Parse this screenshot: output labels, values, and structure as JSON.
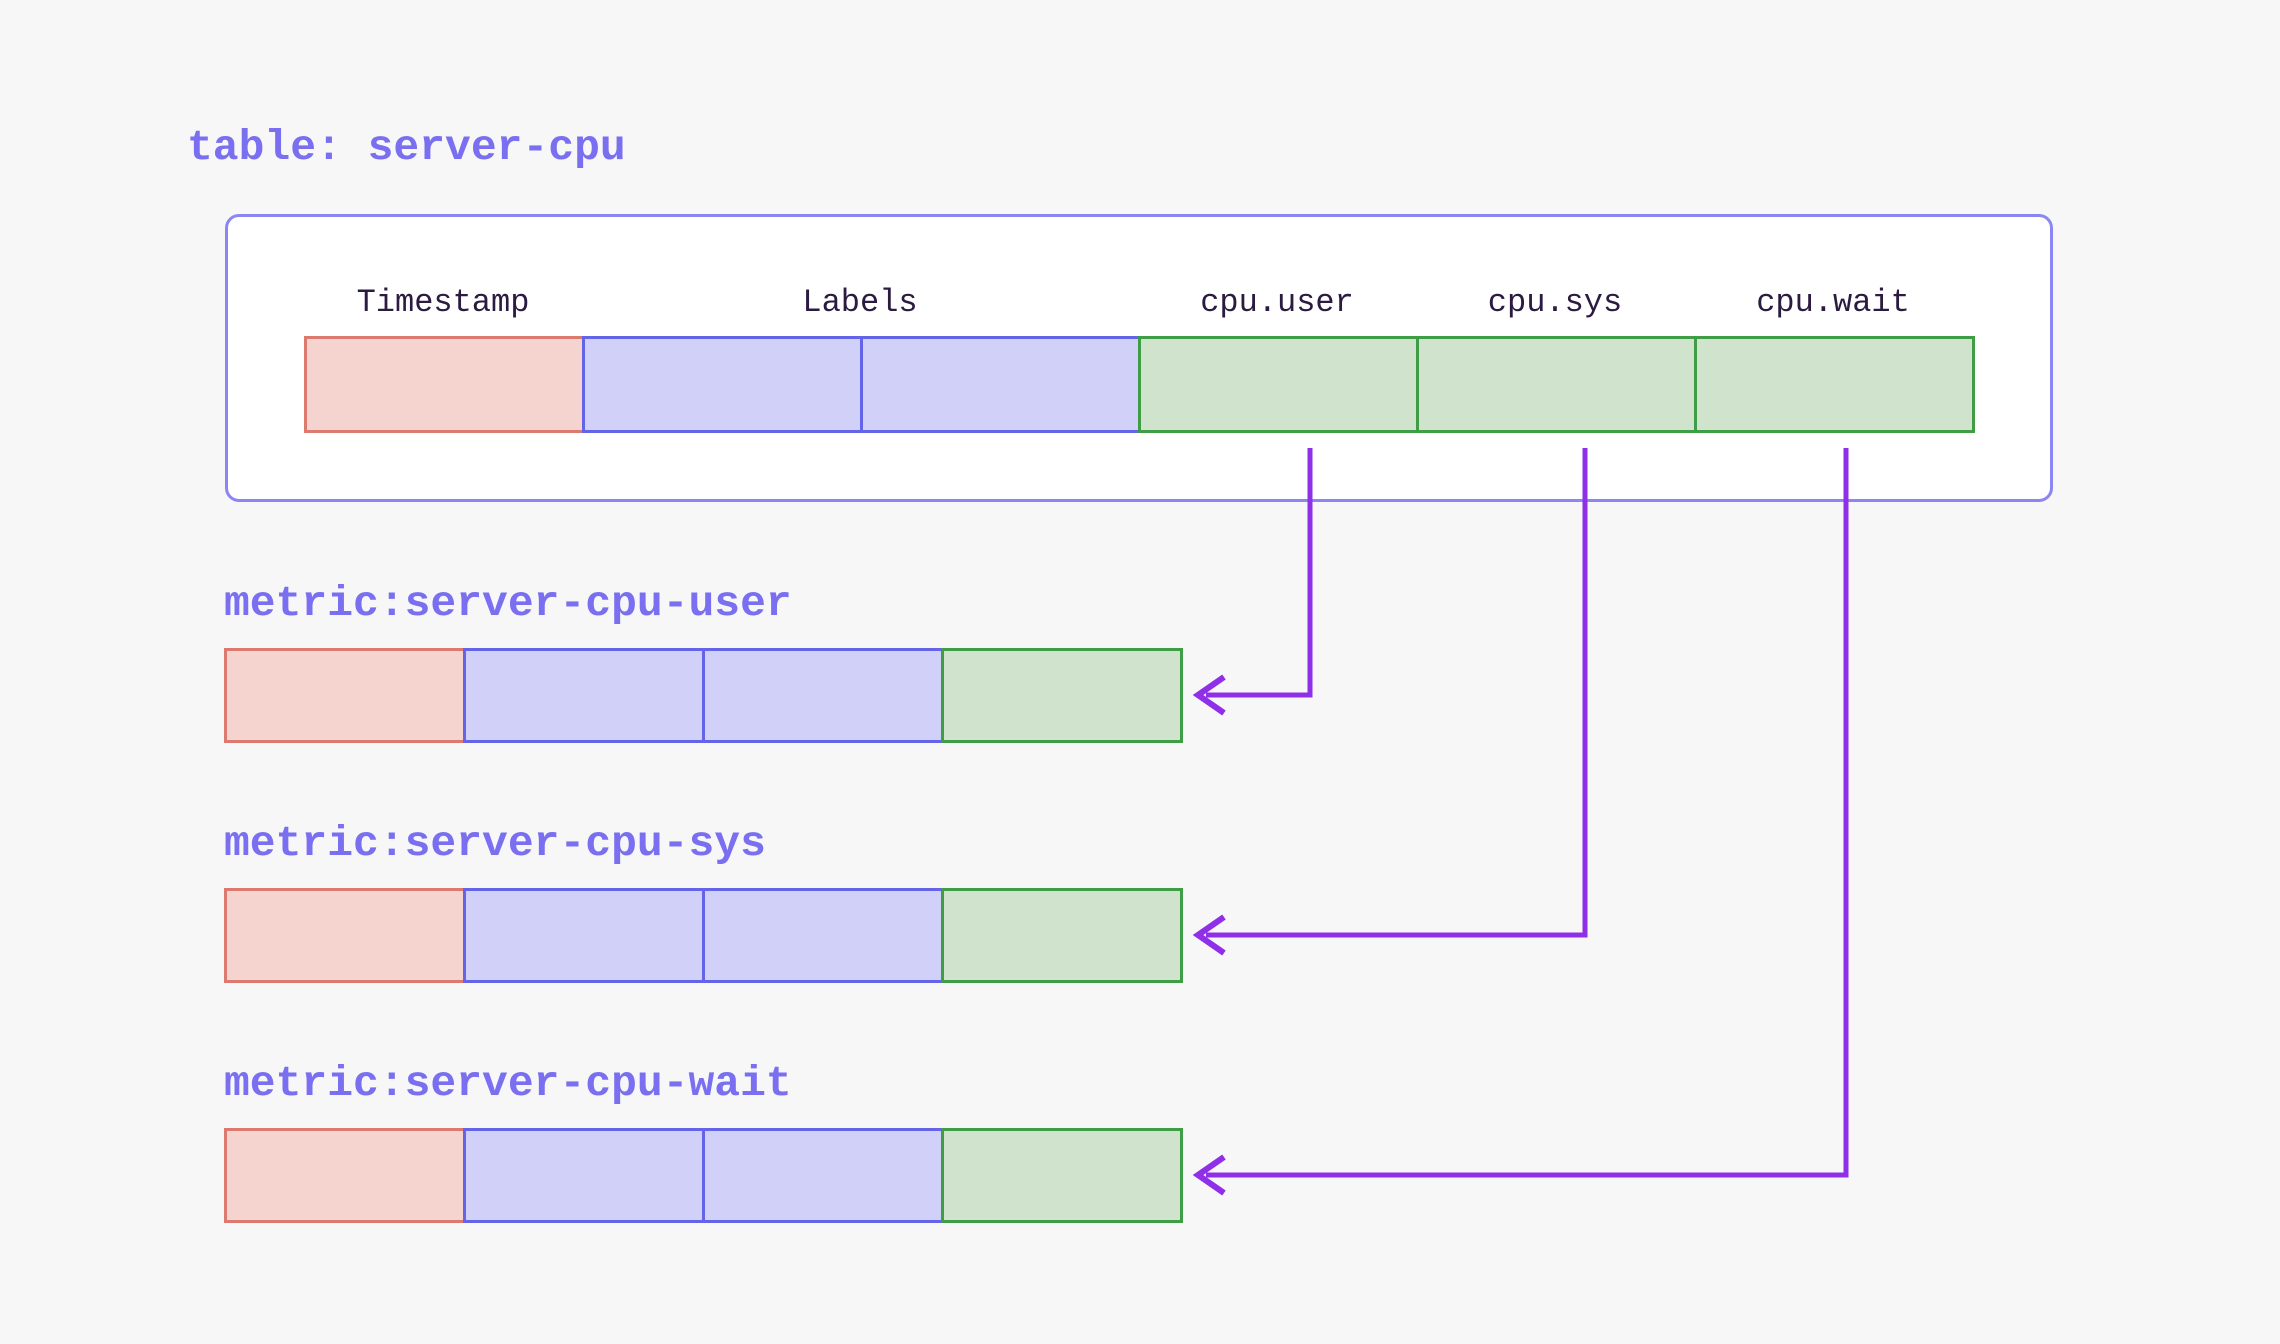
{
  "table": {
    "title": "table: server-cpu",
    "columns": [
      {
        "header": "Timestamp",
        "type": "timestamp"
      },
      {
        "header": "Labels",
        "type": "labels",
        "cell_count": 2
      },
      {
        "header": "cpu.user",
        "type": "value"
      },
      {
        "header": "cpu.sys",
        "type": "value"
      },
      {
        "header": "cpu.wait",
        "type": "value"
      }
    ]
  },
  "metrics": [
    {
      "title": "metric:server-cpu-user",
      "source_column": "cpu.user",
      "cells": [
        "timestamp",
        "label",
        "label",
        "value"
      ]
    },
    {
      "title": "metric:server-cpu-sys",
      "source_column": "cpu.sys",
      "cells": [
        "timestamp",
        "label",
        "label",
        "value"
      ]
    },
    {
      "title": "metric:server-cpu-wait",
      "source_column": "cpu.wait",
      "cells": [
        "timestamp",
        "label",
        "label",
        "value"
      ]
    }
  ],
  "connectors": [
    {
      "from": "cpu.user",
      "to": "metric:server-cpu-user"
    },
    {
      "from": "cpu.sys",
      "to": "metric:server-cpu-sys"
    },
    {
      "from": "cpu.wait",
      "to": "metric:server-cpu-wait"
    }
  ],
  "colors": {
    "background": "#f7f7f8",
    "accent_text": "#7a6ff0",
    "header_text": "#2b1b40",
    "container_border": "#8c86f2",
    "timestamp_fill": "#f5d3cf",
    "timestamp_border": "#dd7a70",
    "label_fill": "#d0d0f8",
    "label_border": "#6464e8",
    "value_fill": "#cfe3cd",
    "value_border": "#3f9e45",
    "arrow": "#8f2fe8"
  }
}
